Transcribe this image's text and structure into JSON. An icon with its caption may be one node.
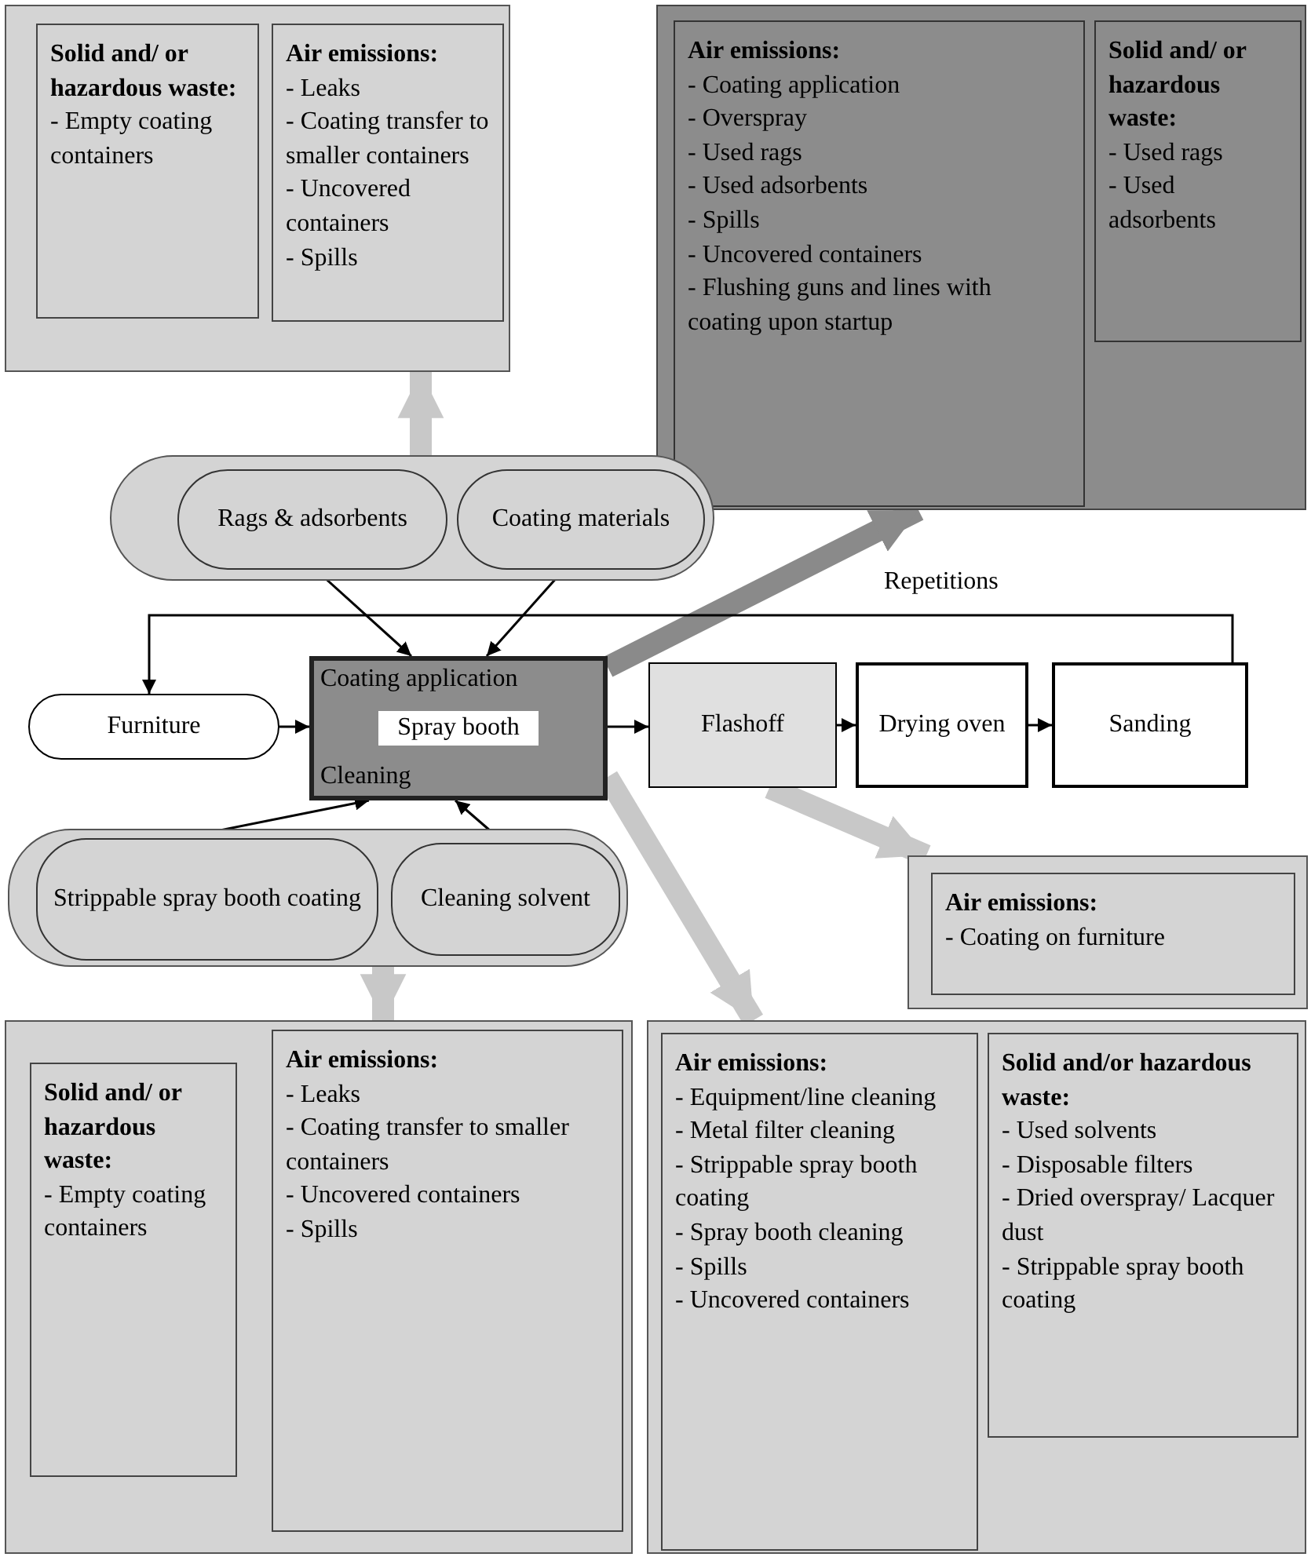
{
  "diagram": {
    "nodes": [
      {
        "text": [],
        "shape": "box"
      },
      {
        "text": [
          "Solid and/ or hazardous waste:",
          "- Empty coating containers"
        ],
        "in": 0
      },
      {
        "text": [
          "Air emissions:",
          "- Leaks",
          "- Coating transfer to smaller containers",
          "- Uncovered containers",
          "- Spills"
        ],
        "in": 0
      },
      {
        "text": [],
        "shape": "box"
      },
      {
        "text": [
          "Air emissions:",
          "- Coating application",
          "- Overspray",
          "- Used rags",
          "- Used adsorbents",
          "- Spills",
          "- Uncovered containers",
          "- Flushing guns and lines with coating upon startup"
        ],
        "in": 3
      },
      {
        "text": [
          "Solid and/ or hazardous waste:",
          "- Used rags",
          "- Used adsorbents"
        ],
        "in": 3
      },
      {
        "text": [],
        "shape": "pill"
      },
      {
        "text": [
          "Rags & adsorbents"
        ],
        "in": 6
      },
      {
        "text": [
          "Coating materials"
        ],
        "in": 6
      },
      {
        "text": [
          "Furniture"
        ]
      },
      {
        "text": [
          "Coating application",
          "Spray booth",
          "Cleaning"
        ]
      },
      {
        "text": [
          "Flashoff"
        ]
      },
      {
        "text": [
          "Drying oven"
        ]
      },
      {
        "text": [
          "Sanding"
        ]
      },
      {
        "text": [],
        "shape": "box"
      },
      {
        "text": [
          "Air emissions:",
          "- Coating on furniture"
        ],
        "in": 14
      },
      {
        "text": [],
        "shape": "pill"
      },
      {
        "text": [
          "Strippable spray booth coating"
        ],
        "in": 16
      },
      {
        "text": [
          "Cleaning solvent"
        ],
        "in": 16
      },
      {
        "text": [],
        "shape": "box"
      },
      {
        "text": [
          "Solid and/ or hazardous waste:",
          "- Empty coating containers"
        ],
        "in": 19
      },
      {
        "text": [
          "Air emissions:",
          "- Leaks",
          "- Coating transfer to smaller containers",
          "- Uncovered containers",
          "- Spills"
        ],
        "in": 19
      },
      {
        "text": [],
        "shape": "box"
      },
      {
        "text": [
          "Air emissions:",
          "- Equipment/line cleaning",
          "- Metal filter cleaning",
          "- Strippable spray booth coating",
          "- Spray booth cleaning",
          "- Spills",
          "- Uncovered containers"
        ],
        "in": 22
      },
      {
        "text": [
          "Solid and/or hazardous waste:",
          "- Used solvents",
          "- Disposable filters",
          "- Dried overspray/ Lacquer dust",
          "- Strippable spray booth coating"
        ],
        "in": 22
      }
    ],
    "edges": [
      {
        "from": 6,
        "to": 0,
        "arrow": "to",
        "style": "thick",
        "color": "#c8c8c8"
      },
      {
        "from": 7,
        "to": 10,
        "arrow": "to"
      },
      {
        "from": 8,
        "to": 10,
        "arrow": "to"
      },
      {
        "from": 10,
        "to": 3,
        "arrow": "to",
        "style": "thick",
        "color": "#8a8a8a"
      },
      {
        "from": 13,
        "to": 9,
        "label": "Repetitions",
        "arrow": "to"
      },
      {
        "from": 9,
        "to": 10,
        "arrow": "to"
      },
      {
        "from": 10,
        "to": 11,
        "arrow": "to"
      },
      {
        "from": 11,
        "to": 12,
        "arrow": "to"
      },
      {
        "from": 12,
        "to": 13,
        "arrow": "to"
      },
      {
        "from": 11,
        "to": 14,
        "arrow": "to",
        "style": "thick",
        "color": "#c8c8c8"
      },
      {
        "from": 17,
        "to": 10,
        "arrow": "to"
      },
      {
        "from": 18,
        "to": 10,
        "arrow": "to"
      },
      {
        "from": 16,
        "to": 19,
        "arrow": "to",
        "style": "thick",
        "color": "#c8c8c8"
      },
      {
        "from": 10,
        "to": 22,
        "arrow": "to",
        "style": "thick",
        "color": "#c8c8c8"
      }
    ]
  }
}
